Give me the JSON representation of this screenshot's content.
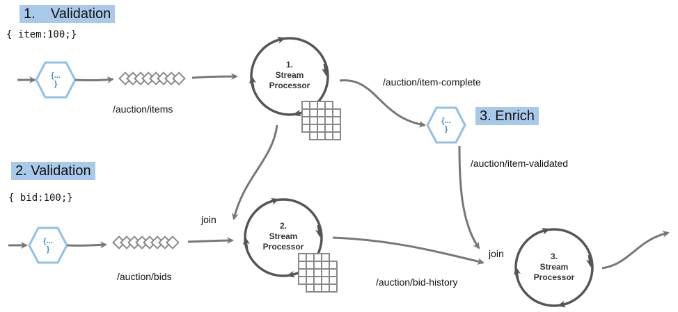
{
  "headings": {
    "step1": "1.    Validation",
    "step2": "2. Validation",
    "step3": "3. Enrich"
  },
  "payloads": {
    "item": "{ item:100;}",
    "bid": "{ bid:100;}"
  },
  "topics": {
    "items": "/auction/items",
    "bids": "/auction/bids",
    "item_complete": "/auction/item-complete",
    "item_validated": "/auction/item-validated",
    "bid_history": "/auction/bid-history"
  },
  "joins": {
    "join1": "join",
    "join2": "join"
  },
  "processors": {
    "p1": {
      "num": "1.",
      "line1": "Stream",
      "line2": "Processor"
    },
    "p2": {
      "num": "2.",
      "line1": "Stream",
      "line2": "Processor"
    },
    "p3": {
      "num": "3.",
      "line1": "Stream",
      "line2": "Processor"
    }
  },
  "hex_glyph": {
    "line1": "{...",
    "line2": "}"
  },
  "colors": {
    "highlight": "#a9c9ea",
    "hex_stroke": "#7fb6e6",
    "hex_text": "#3d86c6",
    "arrow": "#777777",
    "circle": "#555555"
  },
  "icons": [
    "event-hexagon-icon",
    "event-queue-icon",
    "state-store-grid-icon",
    "stream-processor-cycle-icon"
  ]
}
